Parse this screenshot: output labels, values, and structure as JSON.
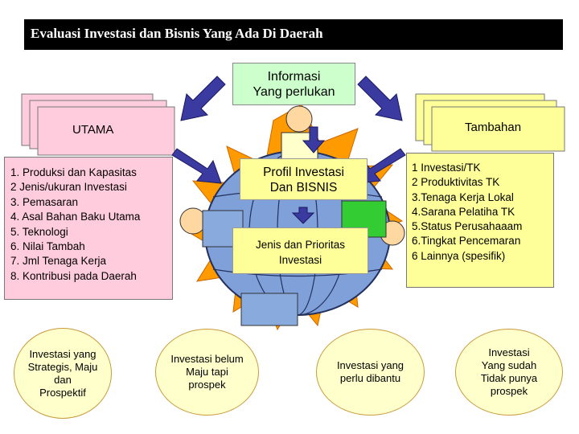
{
  "title": "Evaluasi  Investasi dan Bisnis Yang Ada Di Daerah",
  "info_box": [
    "Informasi",
    "Yang perlukan"
  ],
  "utama_label": "UTAMA",
  "tambahan_label": "Tambahan",
  "main_list": [
    "1. Produksi dan Kapasitas",
    "2 Jenis/ukuran Investasi",
    "3. Pemasaran",
    "4. Asal Bahan Baku Utama",
    "5. Teknologi",
    "6. Nilai Tambah",
    "7. Jml Tenaga Kerja",
    "8. Kontribusi pada Daerah"
  ],
  "extra_list": [
    "1 Investasi/TK",
    "2 Produktivitas TK",
    "3.Tenaga Kerja Lokal",
    "4.Sarana Pelatiha TK",
    "5.Status Perusahaaam",
    "6.Tingkat Pencemaran",
    "6 Lainnya (spesifik)"
  ],
  "profil_box": [
    "Profil Investasi",
    "Dan BISNIS"
  ],
  "jenis_box": [
    "Jenis dan Prioritas",
    "Investasi"
  ],
  "ovals": [
    [
      "Investasi yang",
      "Strategis, Maju",
      "dan",
      "Prospektif"
    ],
    [
      "Investasi belum",
      "Maju tapi",
      "prospek"
    ],
    [
      "Investasi yang",
      "perlu dibantu"
    ],
    [
      "Investasi",
      "Yang sudah",
      "Tidak punya",
      "prospek"
    ]
  ],
  "colors": {
    "title_bg": "#000000",
    "info_green": "#ccffcc",
    "pink": "#ffccdd",
    "yellow": "#ffff99",
    "oval_fill": "#ffffcc",
    "arrow_blue": "#3a3aa0",
    "burst_orange": "#ff9900",
    "globe_blue": "#7f9fd6"
  }
}
